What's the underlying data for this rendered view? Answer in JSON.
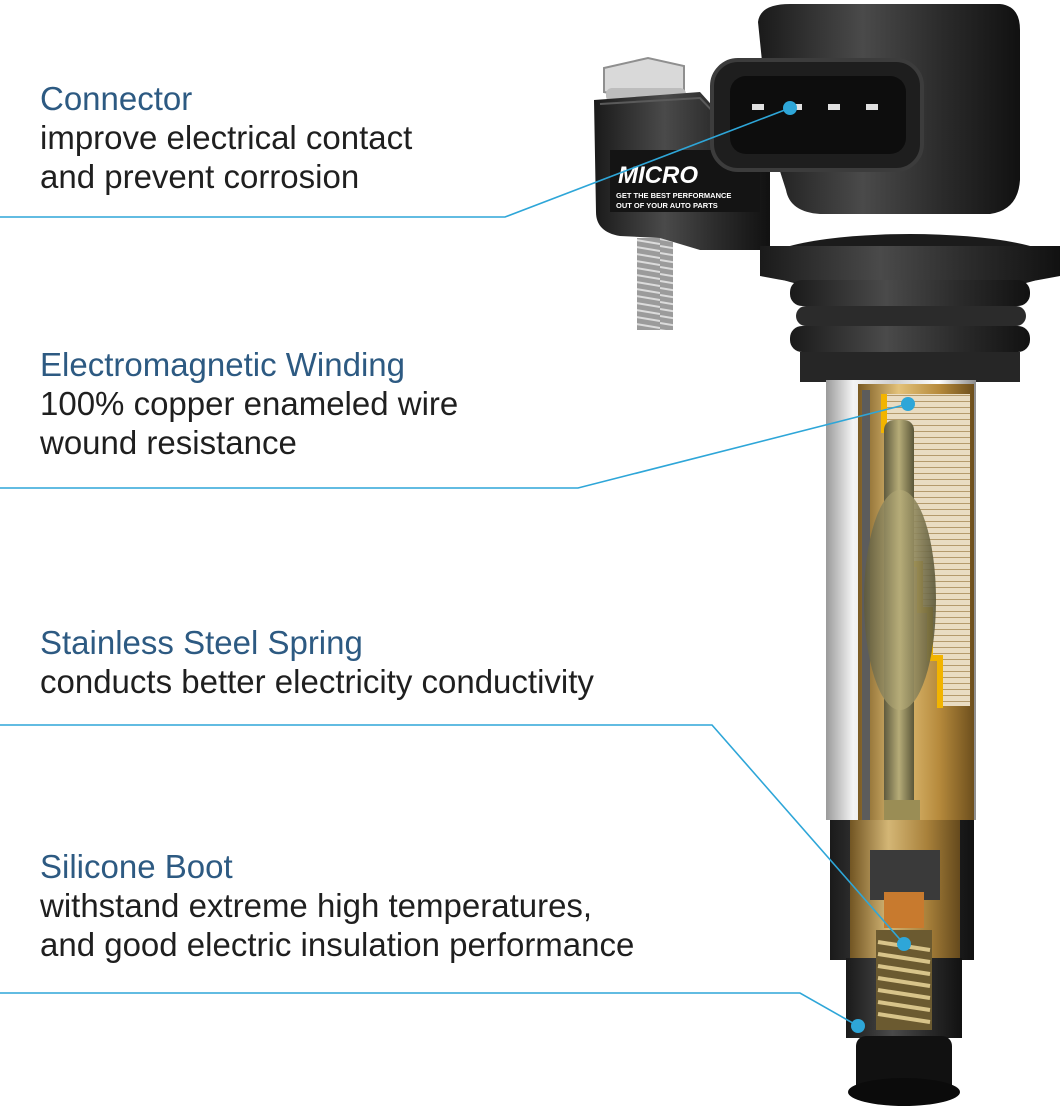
{
  "callouts": [
    {
      "title": "Connector",
      "desc": "improve electrical contact\nand prevent corrosion"
    },
    {
      "title": "Electromagnetic Winding",
      "desc": "100% copper enameled wire\nwound resistance"
    },
    {
      "title": "Stainless Steel Spring",
      "desc": "conducts better electricity conductivity"
    },
    {
      "title": "Silicone Boot",
      "desc": "withstand extreme high temperatures,\nand good electric insulation performance"
    }
  ],
  "label": {
    "brand": "MICRO",
    "slogan_line1": "GET THE BEST PERFORMANCE",
    "slogan_line2": "OUT OF YOUR AUTO PARTS"
  },
  "colors": {
    "title": "#2d5a82",
    "leader_line": "#2ea6d8",
    "coil_body": "#2a2a2a",
    "copper": "#c9a24a"
  }
}
